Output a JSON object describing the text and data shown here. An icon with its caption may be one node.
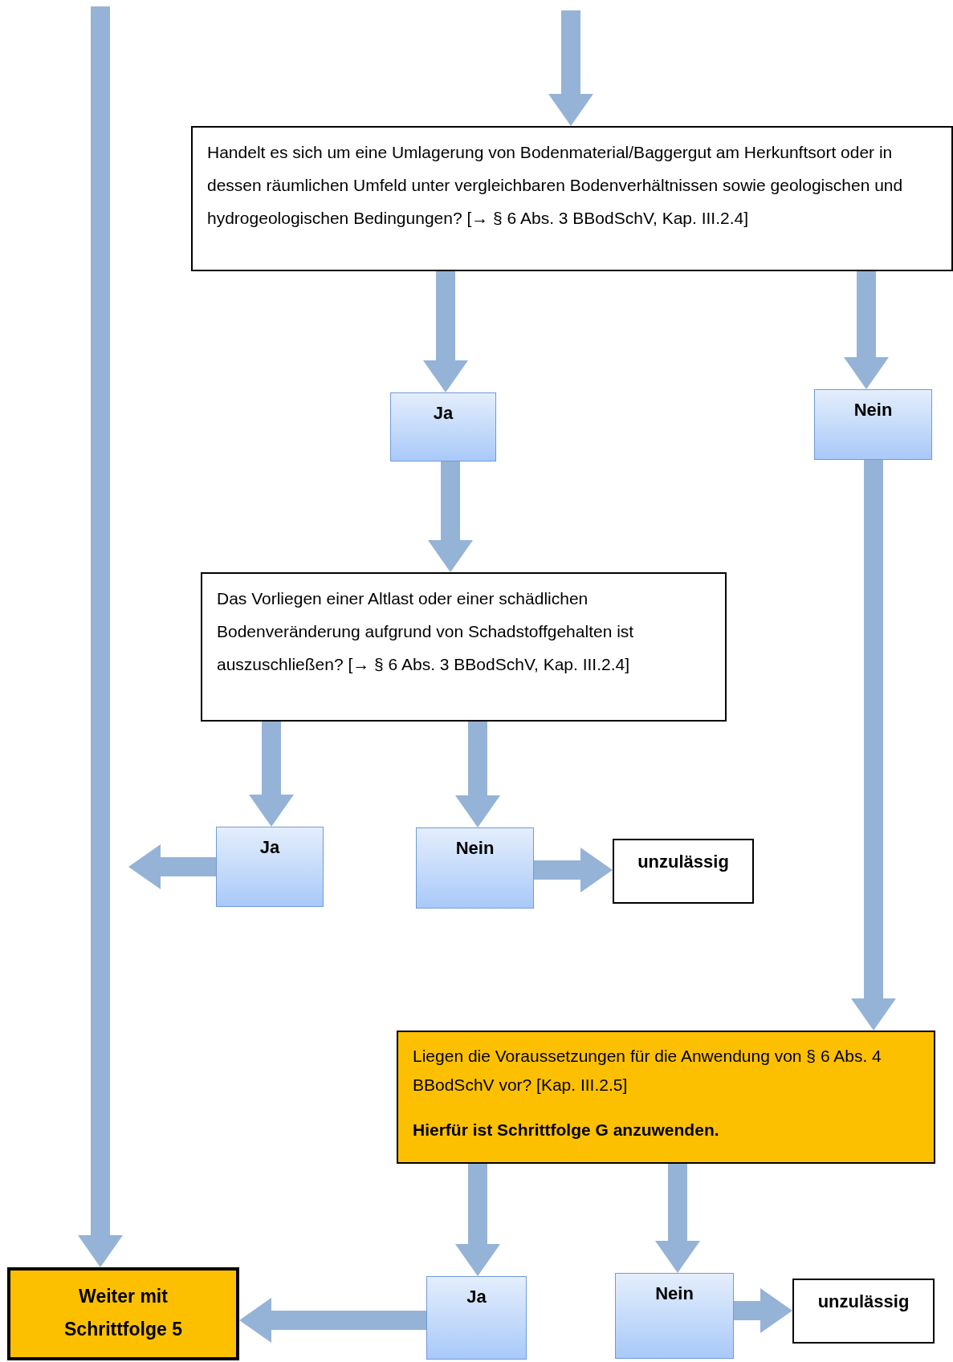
{
  "diagram": {
    "nodes": [
      {
        "text": [
          "Handelt es sich um eine Umlagerung von Bodenmaterial/Baggergut am Herkunftsort oder in dessen räumlichen Umfeld unter vergleichbaren Bodenverhältnissen sowie geologischen und hydrogeologischen Bedingungen? [→ § 6 Abs. 3 BBodSchV, Kap. III.2.4]"
        ]
      },
      {
        "text": [
          "Ja"
        ]
      },
      {
        "text": [
          "Nein"
        ]
      },
      {
        "text": [
          "Das Vorliegen einer Altlast oder einer schädlichen Bodenveränderung aufgrund von Schadstoffgehalten ist auszuschließen? [→ § 6 Abs. 3 BBodSchV, Kap. III.2.4]"
        ]
      },
      {
        "text": [
          "Ja"
        ]
      },
      {
        "text": [
          "Nein"
        ]
      },
      {
        "text": [
          "unzulässig"
        ]
      },
      {
        "text": [
          "Liegen die Voraussetzungen für die Anwendung von § 6 Abs. 4 BBodSchV vor? [Kap. III.2.5]",
          "Hierfür ist Schrittfolge G anzuwenden."
        ]
      },
      {
        "text": [
          "Weiter mit Schrittfolge 5"
        ]
      },
      {
        "text": [
          "Ja"
        ]
      },
      {
        "text": [
          "Nein"
        ]
      },
      {
        "text": [
          "unzulässig"
        ]
      }
    ],
    "edges": [
      {
        "from": null,
        "to": 0,
        "arrow": "to"
      },
      {
        "from": null,
        "to": 8,
        "arrow": "to"
      },
      {
        "from": 0,
        "to": 1,
        "arrow": "to"
      },
      {
        "from": 0,
        "to": 2,
        "arrow": "to"
      },
      {
        "from": 1,
        "to": 3,
        "arrow": "to"
      },
      {
        "from": 2,
        "to": 7,
        "arrow": "to"
      },
      {
        "from": 3,
        "to": 4,
        "arrow": "to"
      },
      {
        "from": 3,
        "to": 5,
        "arrow": "to"
      },
      {
        "from": 4,
        "to": null,
        "arrow": "to"
      },
      {
        "from": 5,
        "to": 6,
        "arrow": "to"
      },
      {
        "from": 7,
        "to": 9,
        "arrow": "to"
      },
      {
        "from": 7,
        "to": 10,
        "arrow": "to"
      },
      {
        "from": 9,
        "to": 8,
        "arrow": "to"
      },
      {
        "from": 10,
        "to": 11,
        "arrow": "to"
      }
    ]
  }
}
